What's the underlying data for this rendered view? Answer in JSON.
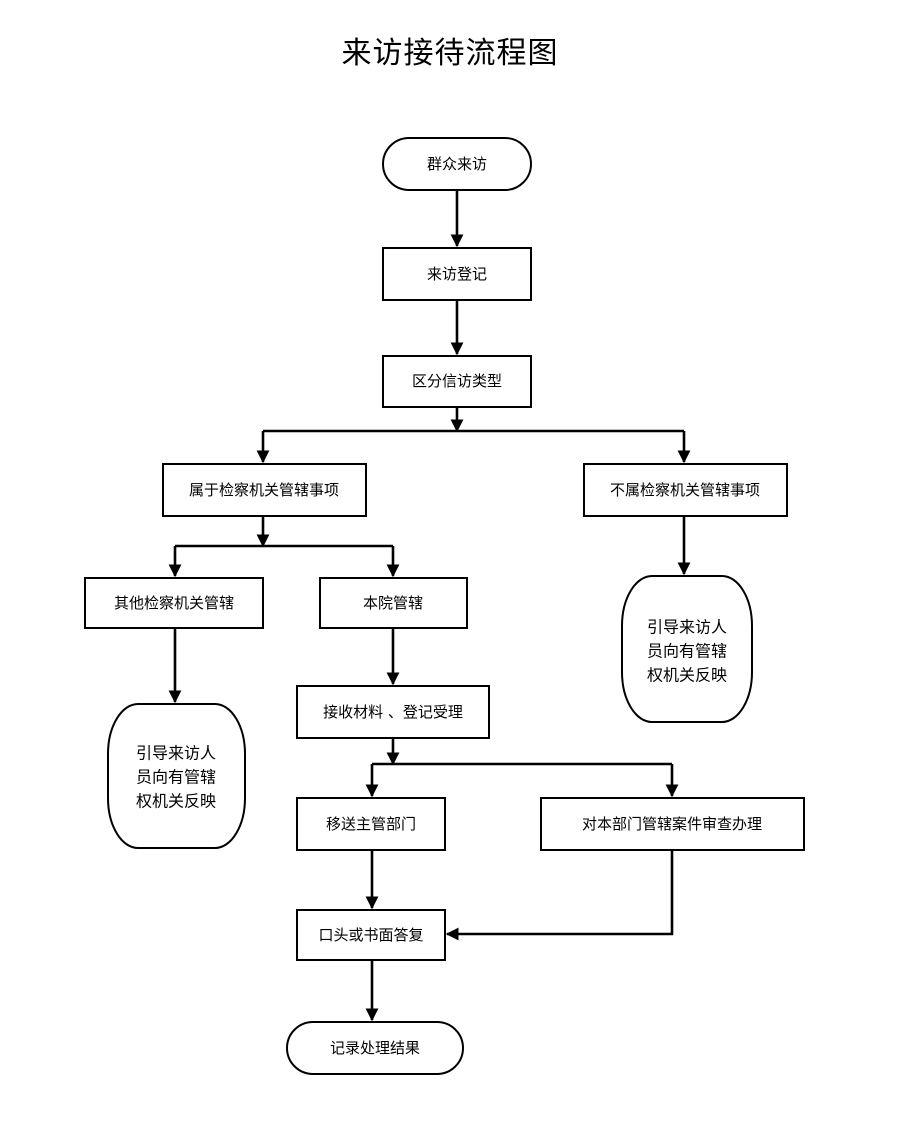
{
  "title": "来访接待流程图",
  "nodes": {
    "start": "群众来访",
    "register": "来访登记",
    "classify": "区分信访类型",
    "in_scope": "属于检察机关管辖事项",
    "out_scope": "不属检察机关管辖事项",
    "guide_right": [
      "引导来访人",
      "员向有管辖",
      "权机关反映"
    ],
    "other_procuratorate": "其他检察机关管辖",
    "this_court": "本院管辖",
    "guide_left": [
      "引导来访人",
      "员向有管辖",
      "权机关反映"
    ],
    "receive": "接收材料 、登记受理",
    "transfer": "移送主管部门",
    "review": "对本部门管辖案件审查办理",
    "reply": "口头或书面答复",
    "record": "记录处理结果"
  }
}
